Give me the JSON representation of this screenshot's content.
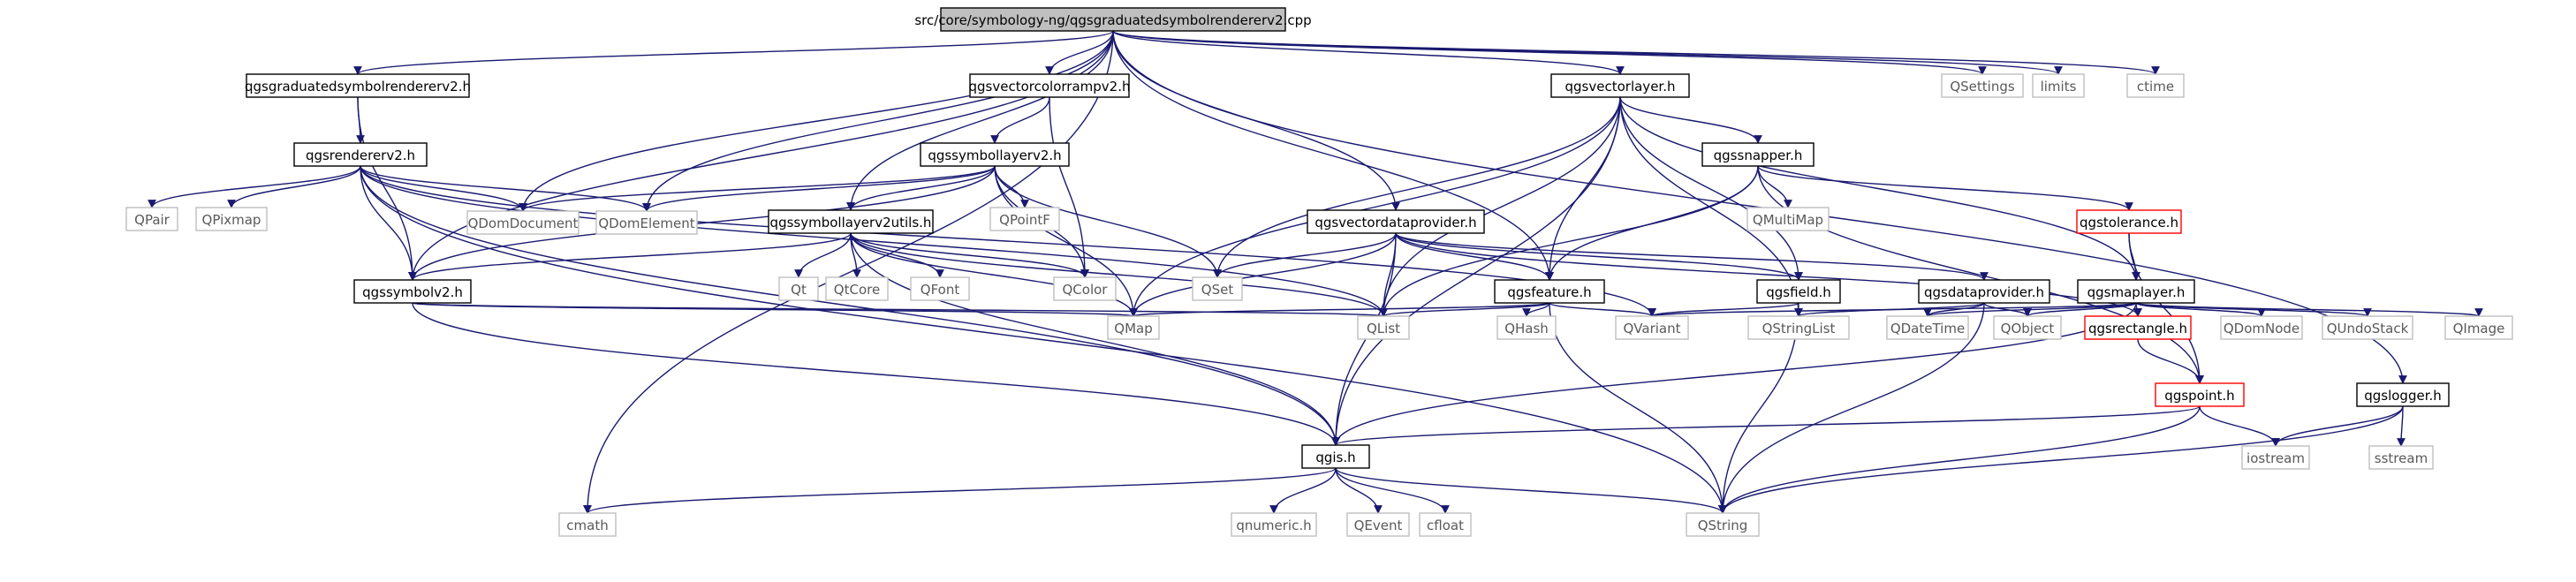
{
  "graph": {
    "title": "src/core/symbology-ng/qgsgraduatedsymbolrendererv2.cpp",
    "colors": {
      "edge": "#191970",
      "node_border": "#000000",
      "node_border_system": "#bfbfbf",
      "node_border_truncated": "#ff0000",
      "root_fill": "#bfbfbf",
      "node_fill": "#ffffff",
      "label": "#000000",
      "label_system": "#595959"
    },
    "nodes": [
      {
        "id": "root",
        "label": "src/core/symbology-ng/qgsgraduatedsymbolrendererv2.cpp",
        "kind": "root"
      },
      {
        "id": "gsr_h",
        "label": "qgsgraduatedsymbolrendererv2.h",
        "kind": "file"
      },
      {
        "id": "vcr_h",
        "label": "qgsvectorcolorrampv2.h",
        "kind": "file"
      },
      {
        "id": "vl_h",
        "label": "qgsvectorlayer.h",
        "kind": "file"
      },
      {
        "id": "qsettings",
        "label": "QSettings",
        "kind": "system"
      },
      {
        "id": "limits",
        "label": "limits",
        "kind": "system"
      },
      {
        "id": "ctime",
        "label": "ctime",
        "kind": "system"
      },
      {
        "id": "rend_h",
        "label": "qgsrendererv2.h",
        "kind": "file"
      },
      {
        "id": "sl_h",
        "label": "qgssymbollayerv2.h",
        "kind": "file"
      },
      {
        "id": "snap_h",
        "label": "qgssnapper.h",
        "kind": "file"
      },
      {
        "id": "qpair",
        "label": "QPair",
        "kind": "system"
      },
      {
        "id": "qpixmap",
        "label": "QPixmap",
        "kind": "system"
      },
      {
        "id": "qdomdoc",
        "label": "QDomDocument",
        "kind": "system"
      },
      {
        "id": "qdomel",
        "label": "QDomElement",
        "kind": "system"
      },
      {
        "id": "slu_h",
        "label": "qgssymbollayerv2utils.h",
        "kind": "file"
      },
      {
        "id": "qpointf",
        "label": "QPointF",
        "kind": "system"
      },
      {
        "id": "vdp_h",
        "label": "qgsvectordataprovider.h",
        "kind": "file"
      },
      {
        "id": "qmultimap",
        "label": "QMultiMap",
        "kind": "system"
      },
      {
        "id": "tol_h",
        "label": "qgstolerance.h",
        "kind": "truncated"
      },
      {
        "id": "qt",
        "label": "Qt",
        "kind": "system"
      },
      {
        "id": "qtcore",
        "label": "QtCore",
        "kind": "system"
      },
      {
        "id": "qfont",
        "label": "QFont",
        "kind": "system"
      },
      {
        "id": "qcolor",
        "label": "QColor",
        "kind": "system"
      },
      {
        "id": "qset",
        "label": "QSet",
        "kind": "system"
      },
      {
        "id": "feat_h",
        "label": "qgsfeature.h",
        "kind": "file"
      },
      {
        "id": "field_h",
        "label": "qgsfield.h",
        "kind": "file"
      },
      {
        "id": "dp_h",
        "label": "qgsdataprovider.h",
        "kind": "file"
      },
      {
        "id": "ml_h",
        "label": "qgsmaplayer.h",
        "kind": "file"
      },
      {
        "id": "sym_h",
        "label": "qgssymbolv2.h",
        "kind": "file"
      },
      {
        "id": "qlist",
        "label": "QList",
        "kind": "system"
      },
      {
        "id": "qmap",
        "label": "QMap",
        "kind": "system"
      },
      {
        "id": "qhash",
        "label": "QHash",
        "kind": "system"
      },
      {
        "id": "qvariant",
        "label": "QVariant",
        "kind": "system"
      },
      {
        "id": "qstringlist",
        "label": "QStringList",
        "kind": "system"
      },
      {
        "id": "qdatetime",
        "label": "QDateTime",
        "kind": "system"
      },
      {
        "id": "qobject",
        "label": "QObject",
        "kind": "system"
      },
      {
        "id": "rect_h",
        "label": "qgsrectangle.h",
        "kind": "truncated"
      },
      {
        "id": "qdomnode",
        "label": "QDomNode",
        "kind": "system"
      },
      {
        "id": "qundostack",
        "label": "QUndoStack",
        "kind": "system"
      },
      {
        "id": "qimage",
        "label": "QImage",
        "kind": "system"
      },
      {
        "id": "point_h",
        "label": "qgspoint.h",
        "kind": "truncated"
      },
      {
        "id": "logger_h",
        "label": "qgslogger.h",
        "kind": "file"
      },
      {
        "id": "qgis_h",
        "label": "qgis.h",
        "kind": "file"
      },
      {
        "id": "iostream",
        "label": "iostream",
        "kind": "system"
      },
      {
        "id": "sstream",
        "label": "sstream",
        "kind": "system"
      },
      {
        "id": "cmath",
        "label": "cmath",
        "kind": "system"
      },
      {
        "id": "qnumeric",
        "label": "qnumeric.h",
        "kind": "system"
      },
      {
        "id": "qevent",
        "label": "QEvent",
        "kind": "system"
      },
      {
        "id": "cfloat",
        "label": "cfloat",
        "kind": "system"
      },
      {
        "id": "qstring",
        "label": "QString",
        "kind": "system"
      }
    ],
    "edges": [
      [
        "root",
        "gsr_h"
      ],
      [
        "root",
        "vcr_h"
      ],
      [
        "root",
        "vl_h"
      ],
      [
        "root",
        "qsettings"
      ],
      [
        "root",
        "limits"
      ],
      [
        "root",
        "ctime"
      ],
      [
        "root",
        "qdomdoc"
      ],
      [
        "root",
        "qdomel"
      ],
      [
        "root",
        "slu_h"
      ],
      [
        "root",
        "sym_h"
      ],
      [
        "root",
        "vdp_h"
      ],
      [
        "root",
        "feat_h"
      ],
      [
        "root",
        "logger_h"
      ],
      [
        "root",
        "cmath"
      ],
      [
        "gsr_h",
        "rend_h"
      ],
      [
        "gsr_h",
        "sym_h"
      ],
      [
        "vcr_h",
        "sl_h"
      ],
      [
        "vcr_h",
        "qcolor"
      ],
      [
        "rend_h",
        "qpair"
      ],
      [
        "rend_h",
        "qpixmap"
      ],
      [
        "rend_h",
        "qdomdoc"
      ],
      [
        "rend_h",
        "qdomel"
      ],
      [
        "rend_h",
        "sym_h"
      ],
      [
        "rend_h",
        "qgis_h"
      ],
      [
        "rend_h",
        "qstring"
      ],
      [
        "rend_h",
        "qlist"
      ],
      [
        "rend_h",
        "qvariant"
      ],
      [
        "sl_h",
        "qdomdoc"
      ],
      [
        "sl_h",
        "qdomel"
      ],
      [
        "sl_h",
        "slu_h"
      ],
      [
        "sl_h",
        "qpointf"
      ],
      [
        "sl_h",
        "qcolor"
      ],
      [
        "sl_h",
        "qset"
      ],
      [
        "sl_h",
        "qmap"
      ],
      [
        "sl_h",
        "sym_h"
      ],
      [
        "slu_h",
        "qt"
      ],
      [
        "slu_h",
        "qtcore"
      ],
      [
        "slu_h",
        "qfont"
      ],
      [
        "slu_h",
        "qcolor"
      ],
      [
        "slu_h",
        "sym_h"
      ],
      [
        "slu_h",
        "qmap"
      ],
      [
        "slu_h",
        "qgis_h"
      ],
      [
        "slu_h",
        "qlist"
      ],
      [
        "vl_h",
        "snap_h"
      ],
      [
        "vl_h",
        "qset"
      ],
      [
        "vl_h",
        "qmap"
      ],
      [
        "vl_h",
        "feat_h"
      ],
      [
        "vl_h",
        "field_h"
      ],
      [
        "vl_h",
        "ml_h"
      ],
      [
        "vl_h",
        "qlist"
      ],
      [
        "vl_h",
        "qstringlist"
      ],
      [
        "vl_h",
        "qgis_h"
      ],
      [
        "snap_h",
        "qmultimap"
      ],
      [
        "snap_h",
        "tol_h"
      ],
      [
        "snap_h",
        "feat_h"
      ],
      [
        "snap_h",
        "qlist"
      ],
      [
        "snap_h",
        "point_h"
      ],
      [
        "tol_h",
        "ml_h"
      ],
      [
        "tol_h",
        "point_h"
      ],
      [
        "vdp_h",
        "qset"
      ],
      [
        "vdp_h",
        "feat_h"
      ],
      [
        "vdp_h",
        "field_h"
      ],
      [
        "vdp_h",
        "dp_h"
      ],
      [
        "vdp_h",
        "rect_h"
      ],
      [
        "vdp_h",
        "qmap"
      ],
      [
        "vdp_h",
        "qlist"
      ],
      [
        "vdp_h",
        "qgis_h"
      ],
      [
        "feat_h",
        "qmap"
      ],
      [
        "feat_h",
        "qlist"
      ],
      [
        "feat_h",
        "qhash"
      ],
      [
        "feat_h",
        "qvariant"
      ],
      [
        "feat_h",
        "qstring"
      ],
      [
        "field_h",
        "qvariant"
      ],
      [
        "field_h",
        "qstring"
      ],
      [
        "dp_h",
        "qstringlist"
      ],
      [
        "dp_h",
        "qdatetime"
      ],
      [
        "dp_h",
        "qobject"
      ],
      [
        "dp_h",
        "qstring"
      ],
      [
        "ml_h",
        "qvariant"
      ],
      [
        "ml_h",
        "qdatetime"
      ],
      [
        "ml_h",
        "qobject"
      ],
      [
        "ml_h",
        "rect_h"
      ],
      [
        "ml_h",
        "qdomnode"
      ],
      [
        "ml_h",
        "qundostack"
      ],
      [
        "ml_h",
        "qimage"
      ],
      [
        "ml_h",
        "qgis_h"
      ],
      [
        "rect_h",
        "point_h"
      ],
      [
        "sym_h",
        "qmap"
      ],
      [
        "sym_h",
        "qlist"
      ],
      [
        "sym_h",
        "qgis_h"
      ],
      [
        "point_h",
        "iostream"
      ],
      [
        "point_h",
        "qstring"
      ],
      [
        "point_h",
        "qgis_h"
      ],
      [
        "logger_h",
        "iostream"
      ],
      [
        "logger_h",
        "sstream"
      ],
      [
        "logger_h",
        "qstring"
      ],
      [
        "qgis_h",
        "cmath"
      ],
      [
        "qgis_h",
        "qnumeric"
      ],
      [
        "qgis_h",
        "qevent"
      ],
      [
        "qgis_h",
        "cfloat"
      ],
      [
        "qgis_h",
        "qstring"
      ]
    ]
  }
}
